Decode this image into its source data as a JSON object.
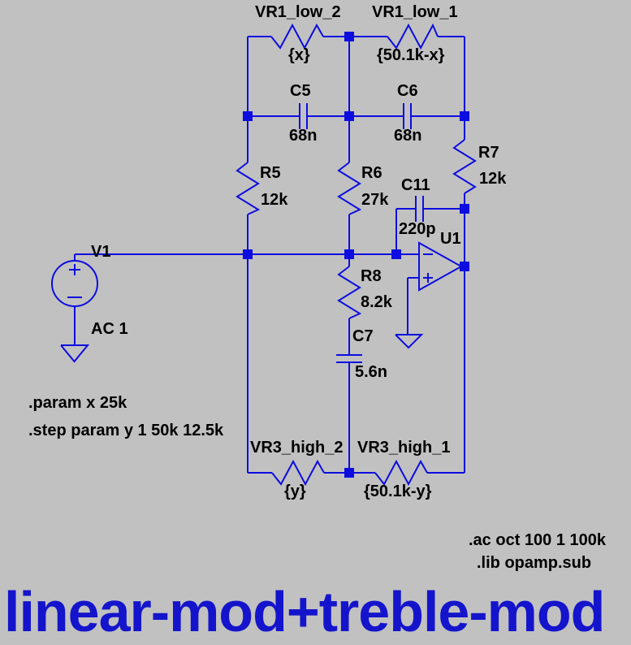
{
  "colors": {
    "background": "#c1c1c1",
    "wire": "#0d0de0",
    "text": "#000000",
    "title": "#1414cc"
  },
  "schematic": {
    "components": {
      "vr1_low_2": {
        "name": "VR1_low_2",
        "value": "{x}"
      },
      "vr1_low_1": {
        "name": "VR1_low_1",
        "value": "{50.1k-x}"
      },
      "c5": {
        "name": "C5",
        "value": "68n"
      },
      "c6": {
        "name": "C6",
        "value": "68n"
      },
      "r5": {
        "name": "R5",
        "value": "12k"
      },
      "r6": {
        "name": "R6",
        "value": "27k"
      },
      "r7": {
        "name": "R7",
        "value": "12k"
      },
      "c11": {
        "name": "C11",
        "value": "220p"
      },
      "u1": {
        "name": "U1"
      },
      "r8": {
        "name": "R8",
        "value": "8.2k"
      },
      "c7": {
        "name": "C7",
        "value": "5.6n"
      },
      "v1": {
        "name": "V1",
        "value": "AC 1"
      },
      "vr3_high_2": {
        "name": "VR3_high_2",
        "value": "{y}"
      },
      "vr3_high_1": {
        "name": "VR3_high_1",
        "value": "{50.1k-y}"
      }
    },
    "directives": {
      "param": ".param x 25k",
      "step": ".step param y 1 50k 12.5k",
      "ac": ".ac oct 100 1 100k",
      "lib": ".lib opamp.sub"
    },
    "title": "linear-mod+treble-mod"
  }
}
